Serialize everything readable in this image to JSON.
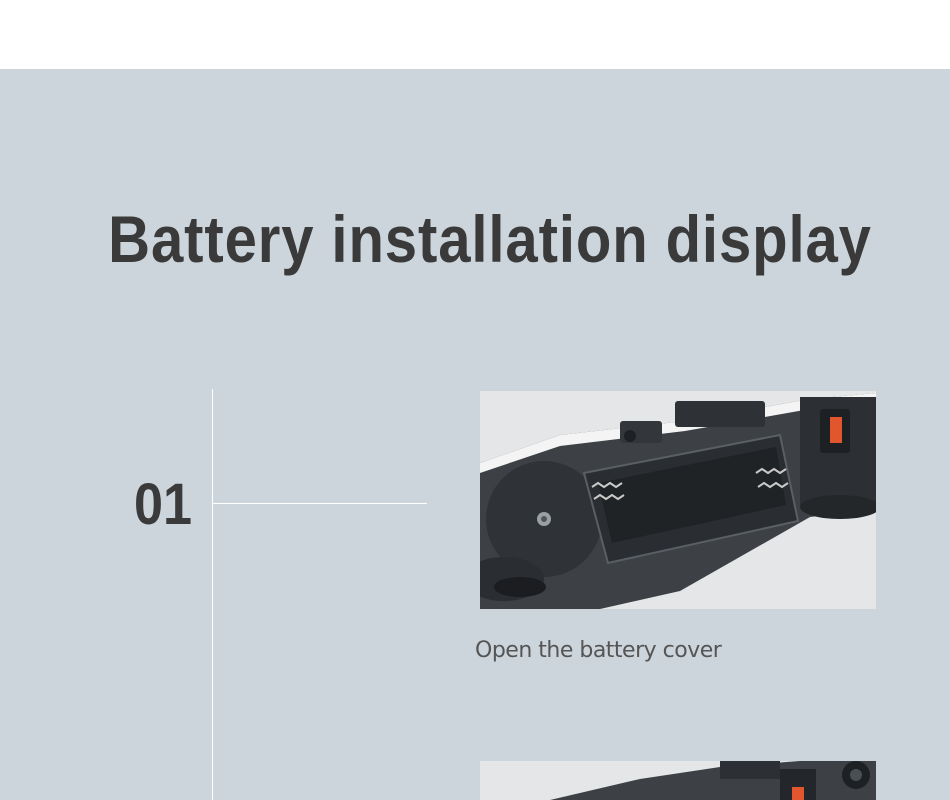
{
  "title": "Battery installation display",
  "steps": [
    {
      "number": "01",
      "caption": "Open the battery cover"
    }
  ],
  "colors": {
    "panel_bg": "#ccd5dc",
    "title_text": "#3a3a3a",
    "caption_text": "#555555",
    "line": "#ffffff"
  }
}
